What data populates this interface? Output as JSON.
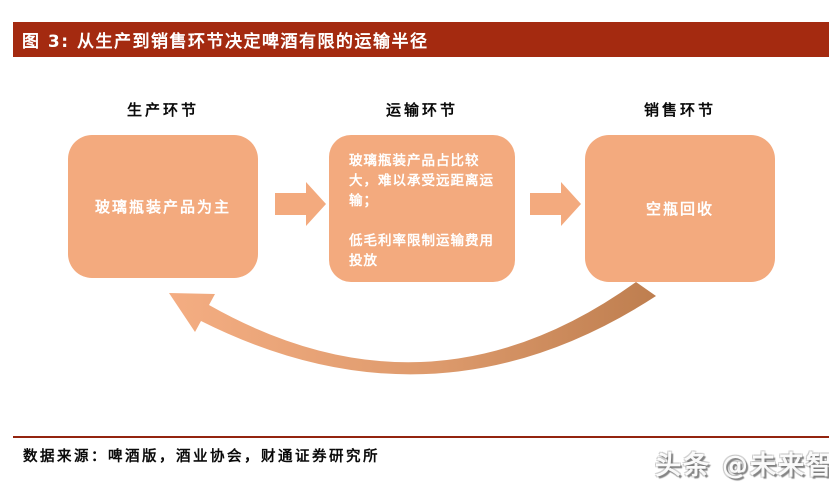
{
  "figure": {
    "title": "图 3: 从生产到销售环节决定啤酒有限的运输半径"
  },
  "diagram": {
    "stages": [
      {
        "label": "生产环节",
        "text": "玻璃瓶装产品为主"
      },
      {
        "label": "运输环节",
        "paragraphs": [
          "玻璃瓶装产品占比较大，难以承受远距离运输；",
          "低毛利率限制运输费用投放"
        ]
      },
      {
        "label": "销售环节",
        "text": "空瓶回收"
      }
    ],
    "arrows": [
      {
        "name": "production-to-transport",
        "type": "block-right"
      },
      {
        "name": "transport-to-sales",
        "type": "block-right"
      },
      {
        "name": "sales-back-to-production",
        "type": "curved-return"
      }
    ]
  },
  "footer": {
    "source": "数据来源：啤酒版，酒业协会，财通证券研究所"
  },
  "watermark": {
    "text": "头条 @未来智库"
  },
  "colors": {
    "header_bar": "#A42A10",
    "divider": "#93240F",
    "box_fill": "#F3AA7E",
    "box_text": "#FFFFFF",
    "block_arrow_fill": "#F3AA7E",
    "return_arrow_start": "#BE7E4F",
    "return_arrow_end": "#F4AD82",
    "title_text": "#0A0A0A"
  }
}
